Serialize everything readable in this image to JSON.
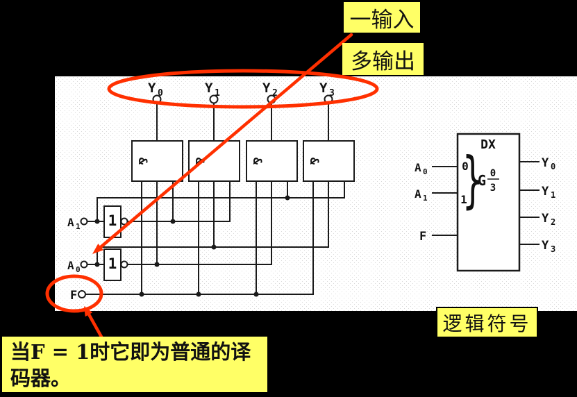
{
  "colors": {
    "background": "#000000",
    "panel": "#ffffff",
    "annotation_red": "#ff3000",
    "highlight_yellow": "#ffff66",
    "ink": "#1a1a1a"
  },
  "callouts": {
    "one_input": "一输入",
    "multi_output": "多输出",
    "note_line1": "当F = 1时它即为普通的译",
    "note_line2": "码器。",
    "logic_symbol": "逻辑符号"
  },
  "signals": {
    "y": [
      {
        "base": "Y",
        "sub": "0"
      },
      {
        "base": "Y",
        "sub": "1"
      },
      {
        "base": "Y",
        "sub": "2"
      },
      {
        "base": "Y",
        "sub": "3"
      }
    ],
    "a1": {
      "base": "A",
      "sub": "1"
    },
    "a0": {
      "base": "A",
      "sub": "0"
    },
    "f": "F"
  },
  "gates": {
    "and_symbol": "&",
    "not_symbol": "1"
  },
  "symbol": {
    "title": "DX",
    "pin_top": "0",
    "pin_bottom": "1",
    "brace": "}",
    "dependency_letter": "G",
    "range_top": "0",
    "range_bottom": "3"
  }
}
